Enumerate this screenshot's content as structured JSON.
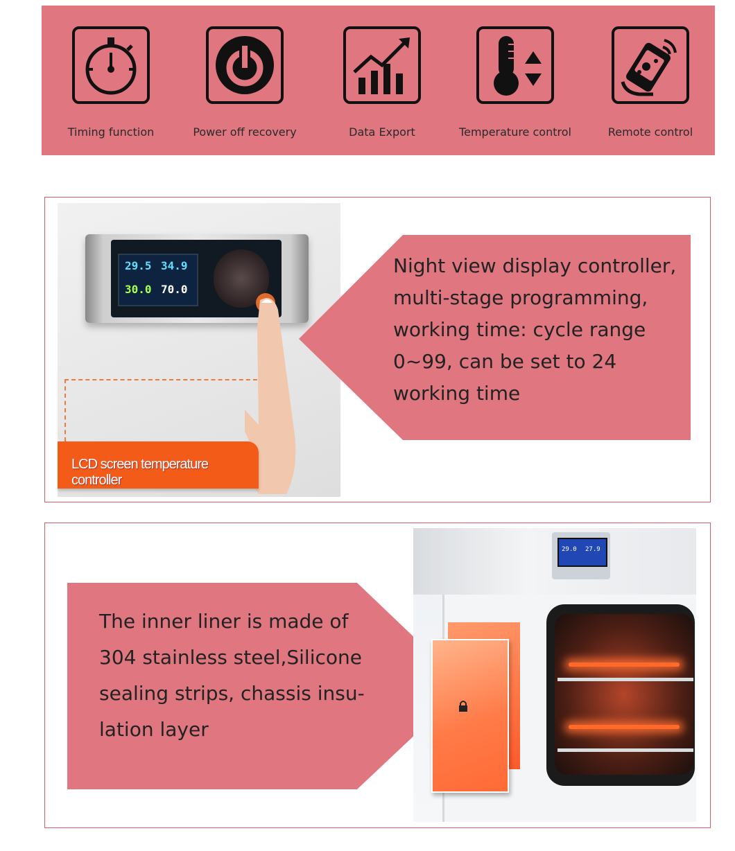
{
  "features": [
    {
      "label": "Timing function",
      "icon": "stopwatch-icon"
    },
    {
      "label": "Power off recovery",
      "icon": "power-icon"
    },
    {
      "label": "Data Export",
      "icon": "chart-growth-icon"
    },
    {
      "label": "Temperature control",
      "icon": "thermometer-icon"
    },
    {
      "label": "Remote control",
      "icon": "remote-phone-icon"
    }
  ],
  "panel1": {
    "tag": "LCD screen temperature controller",
    "callout": "Night view display controller, multi-stage programming, working time: cycle range 0~99, can be set to 24 working time",
    "lcd": {
      "t1": "29.5",
      "t2": "34.9",
      "t3": "30.0",
      "t4": "70.0"
    }
  },
  "panel2": {
    "callout_lines": [
      "The inner liner is made of",
      "304 stainless steel,Silicone",
      "sealing strips, chassis insu-",
      "lation layer"
    ],
    "screen": {
      "a": "29.0",
      "b": "27.9"
    }
  },
  "colors": {
    "banner": "#e07680",
    "panel_border": "#c9606a",
    "tag": "#f25c18"
  }
}
